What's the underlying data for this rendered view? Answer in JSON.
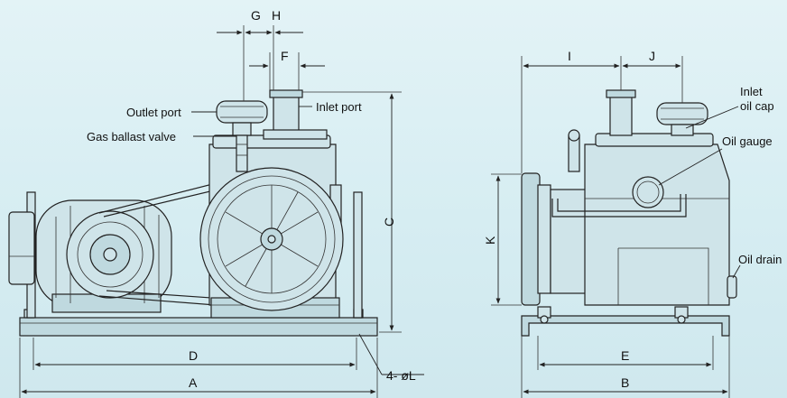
{
  "callouts": {
    "outlet_port": "Outlet port",
    "gas_ballast_valve": "Gas ballast valve",
    "inlet_port": "Inlet port",
    "inlet_oil_cap_line1": "Inlet",
    "inlet_oil_cap_line2": "oil cap",
    "oil_gauge": "Oil gauge",
    "oil_drain": "Oil drain"
  },
  "dimensions": {
    "A": "A",
    "B": "B",
    "C": "C",
    "D": "D",
    "E": "E",
    "F": "F",
    "G": "G",
    "H": "H",
    "I": "I",
    "J": "J",
    "K": "K",
    "L": "4- øL"
  },
  "colors": {
    "background": "#d8eef3",
    "line": "#222222"
  }
}
